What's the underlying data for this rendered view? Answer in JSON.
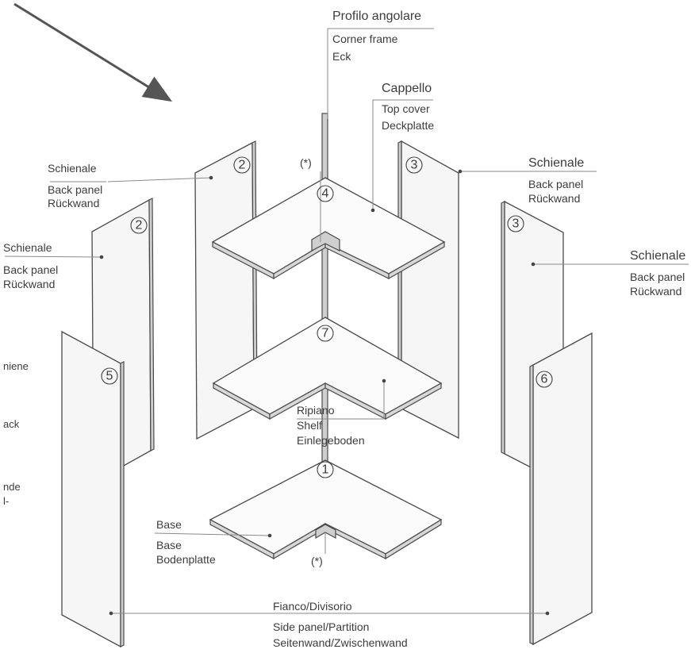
{
  "labels": {
    "profilo": {
      "it": "Profilo angolare",
      "en": "Corner frame",
      "de": "Eck"
    },
    "cappello": {
      "it": "Cappello",
      "en": "Top cover",
      "de": "Deckplatte"
    },
    "schienale_left_top": {
      "it": "Schienale",
      "en": "Back panel",
      "de": "Rückwand"
    },
    "schienale_left_mid": {
      "it": "Schienale",
      "en": "Back panel",
      "de": "Rückwand"
    },
    "schienale_right_top": {
      "it": "Schienale",
      "en": "Back panel",
      "de": "Rückwand"
    },
    "schienale_right_mid": {
      "it": "Schienale",
      "en": "Back panel",
      "de": "Rückwand"
    },
    "ripiano": {
      "it": "Ripiano",
      "en": "Shelf",
      "de": "Einlegeboden"
    },
    "base": {
      "it": "Base",
      "en": "Base",
      "de": "Bodenplatte"
    },
    "fianco": {
      "it": "Fianco/Divisorio",
      "en": "Side panel/Partition",
      "de": "Seitenwand/Zwischenwand"
    },
    "asterisk_top": "(*)",
    "asterisk_bottom": "(*)"
  },
  "part_numbers": {
    "back_left_inner": "2",
    "back_left_outer": "2",
    "back_right_inner": "3",
    "back_right_outer": "3",
    "top_cover": "4",
    "shelf": "7",
    "base": "1",
    "side_left": "5",
    "side_right": "6"
  },
  "cropped_fragments": [
    "niene",
    "ack",
    "nde",
    "l-"
  ]
}
